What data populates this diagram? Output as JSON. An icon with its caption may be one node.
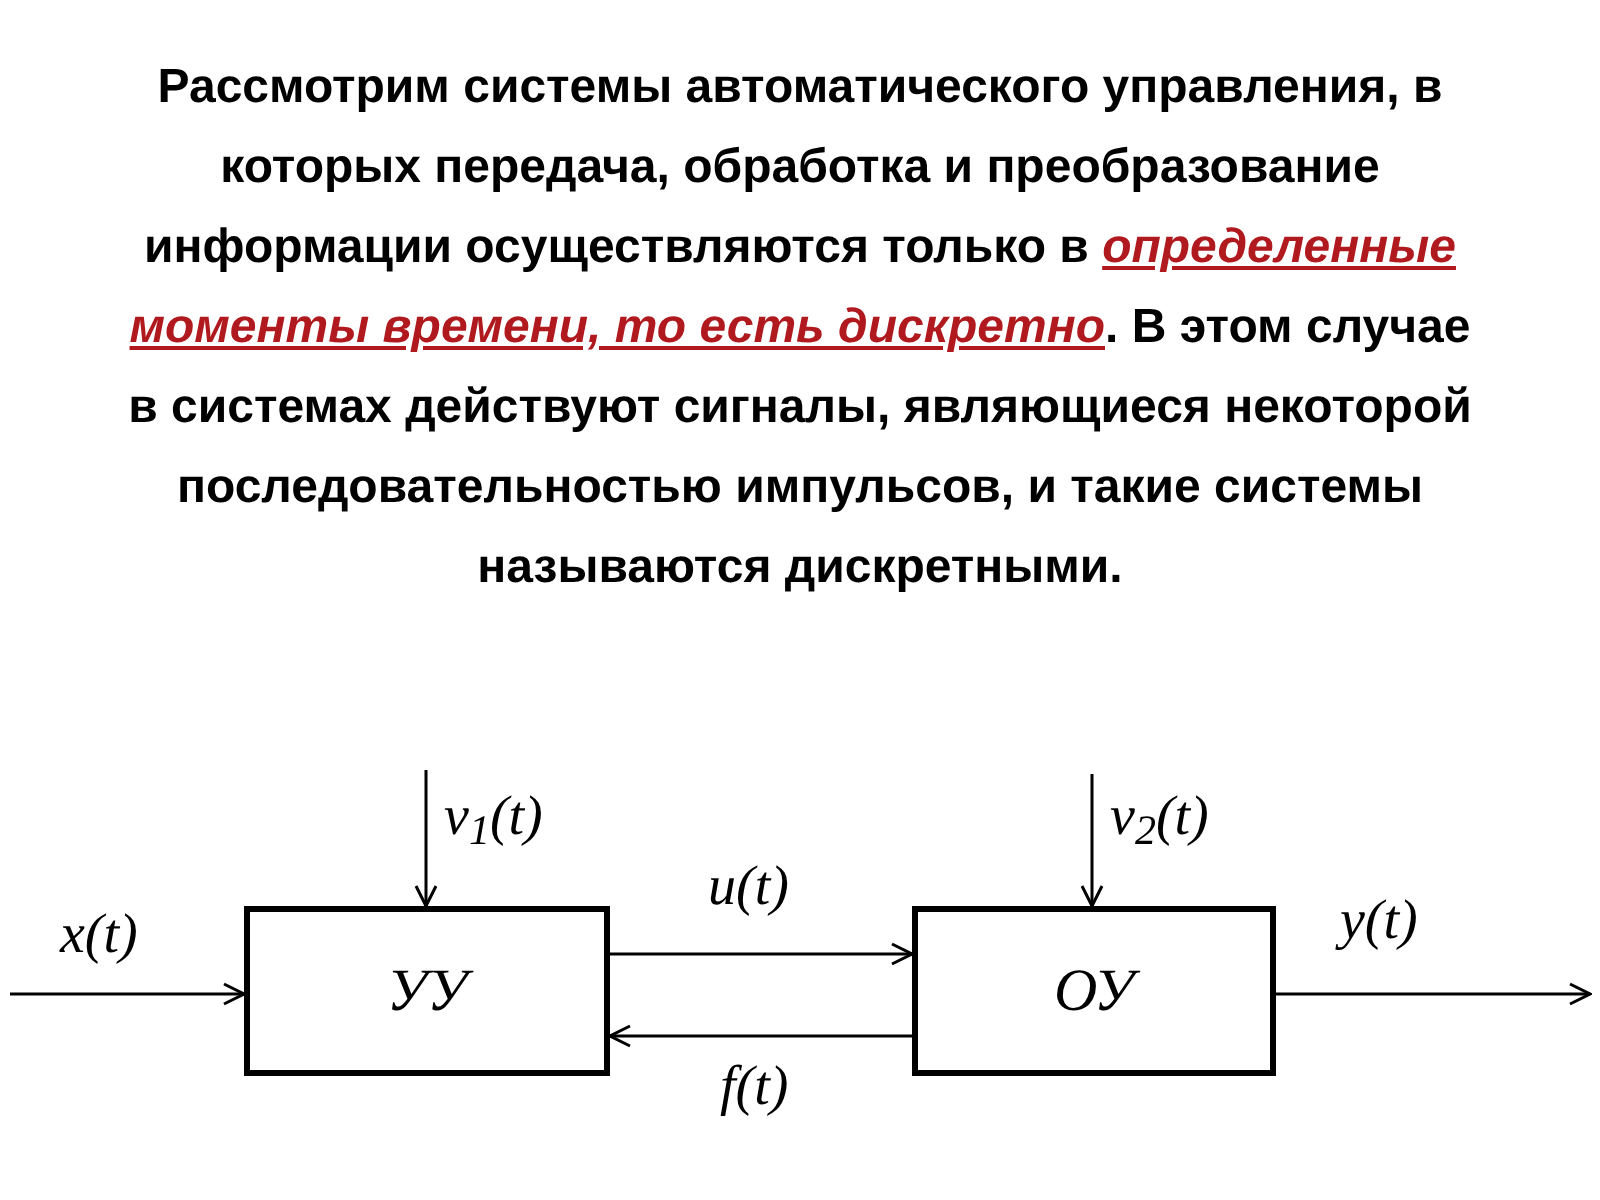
{
  "diagram": {
    "title": "Рассмотрим системы автоматического управления, в которых передача, обработка и преобразование информации осуществляются только в *определенные моменты времени, то есть дискретно*. В этом случае в системах действуют сигналы, являющиеся некоторой последовательностью импульсов, и такие системы называются дискретными.",
    "nodes": [
      {
        "text": [
          "УУ"
        ]
      },
      {
        "text": [
          "ОУ"
        ]
      }
    ],
    "edges": [
      {
        "from": null,
        "to": 0,
        "arrow": "to",
        "label": "x(t)"
      },
      {
        "from": null,
        "to": 0,
        "arrow": "to",
        "label": "v$_{1}$(t)"
      },
      {
        "from": 0,
        "to": 1,
        "arrow": "to",
        "label": "u(t)"
      },
      {
        "from": 1,
        "to": 0,
        "arrow": "to",
        "label": "f(t)"
      },
      {
        "from": null,
        "to": 1,
        "arrow": "to",
        "label": "v$_{2}$(t)"
      },
      {
        "from": 1,
        "to": null,
        "arrow": "to",
        "label": "y(t)"
      }
    ]
  }
}
